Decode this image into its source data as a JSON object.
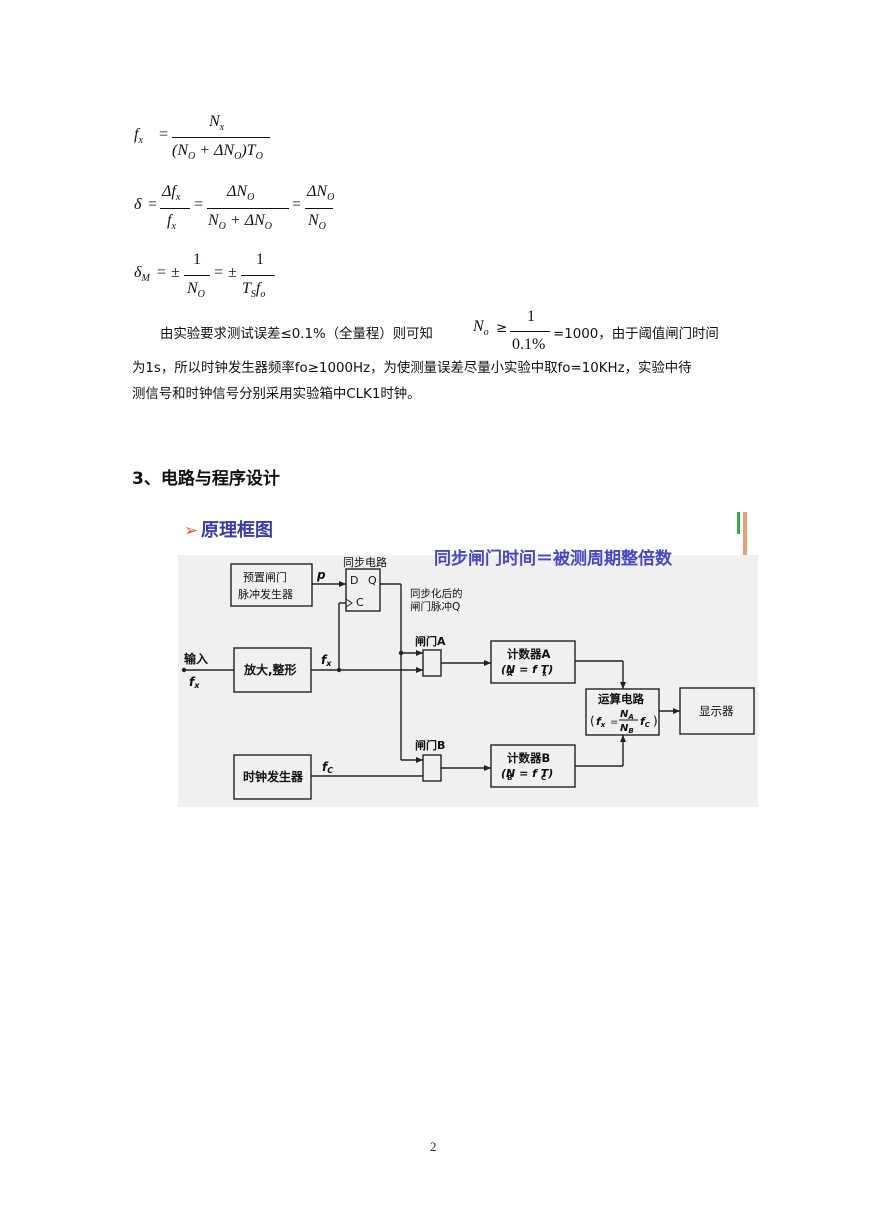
{
  "formulas": {
    "f1": {
      "lhs": "f",
      "lhs_sub": "x",
      "num": "N",
      "num_sub": "x",
      "den": "(N",
      "den_sub1": "O",
      "den_mid": " + ΔN",
      "den_sub2": "O",
      "den_end": ")T",
      "den_sub3": "O"
    },
    "f2": {
      "delta": "δ",
      "a_num": "Δf",
      "a_num_sub": "x",
      "a_den": "f",
      "a_den_sub": "x",
      "b_num": "ΔN",
      "b_num_sub": "O",
      "b_den": "N",
      "b_den_sub1": "O",
      "b_den_mid": " + ΔN",
      "b_den_sub2": "O",
      "c_num": "ΔN",
      "c_num_sub": "O",
      "c_den": "N",
      "c_den_sub": "O"
    },
    "f3": {
      "delta": "δ",
      "delta_sub": "M",
      "pm": "±",
      "a_num": "1",
      "a_den": "N",
      "a_den_sub": "O",
      "b_num": "1",
      "b_den": "T",
      "b_den_sub": "S",
      "b_den_f": "f",
      "b_den_f_sub": "o"
    }
  },
  "paragraph": {
    "line1_a": "由实验要求测试误差≤0.1%（全量程）则可知",
    "line1_N": "N",
    "line1_N_sub": "o",
    "line1_ge": "≥",
    "line1_frac_num": "1",
    "line1_frac_den": "0.1%",
    "line1_b": "=1000，由于阈值闸门时间",
    "line2": "为1s，所以时钟发生器频率fo≥1000Hz，为使测量误差尽量小实验中取fo=10KHz，实验中待",
    "line3": "测信号和时钟信号分别采用实验箱中CLK1时钟。"
  },
  "section_heading": "3、电路与程序设计",
  "diagram": {
    "title_arrow": "➢",
    "title": "原理框图",
    "slogan": "同步闸门时间＝被测周期整倍数",
    "preset_gate_line1": "预置闸门",
    "preset_gate_line2": "脉冲发生器",
    "p_label": "p",
    "sync_circuit": "同步电路",
    "d_label": "D",
    "q_label": "Q",
    "c_label": "C",
    "sync_after_line1": "同步化后的",
    "sync_after_line2": "闸门脉冲Q",
    "input_label": "输入",
    "input_f": "f",
    "input_f_sub": "x",
    "amp_label": "放大,整形",
    "fx_label": "f",
    "fx_sub": "x",
    "gate_a": "闸门A",
    "gate_b": "闸门B",
    "counter_a_line1": "计数器A",
    "counter_a_line2": "(N  = f T)",
    "counter_a_sub1": "A",
    "counter_a_sub2": "x",
    "counter_b_line1": "计数器B",
    "counter_b_line2": "(N  = f  T)",
    "counter_b_sub1": "B",
    "counter_b_sub2": "C",
    "calc_line1": "运算电路",
    "calc_lhs": "f",
    "calc_lhs_sub": "x",
    "calc_num": "N",
    "calc_num_sub": "A",
    "calc_den": "N",
    "calc_den_sub": "B",
    "calc_rhs": "f",
    "calc_rhs_sub": "C",
    "display": "显示器",
    "clock_gen": "时钟发生器",
    "fc_label": "f",
    "fc_sub": "C"
  },
  "page_number": "2"
}
